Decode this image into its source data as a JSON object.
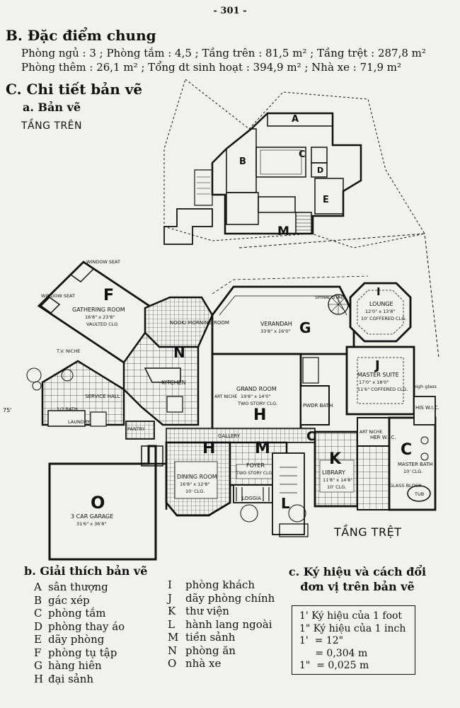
{
  "page_number": "- 301 -",
  "section_b": {
    "title": "B. Đặc điểm chung",
    "line1": "Phòng ngủ : 3 ; Phòng tắm : 4,5 ; Tầng trên : 81,5 m² ; Tầng trệt : 287,8 m²",
    "line2": "Phòng thêm : 26,1 m² ; Tổng dt sinh hoạt : 394,9 m² ; Nhà xe : 71,9 m²"
  },
  "section_c": {
    "title": "C. Chi tiết bản vẽ",
    "sub_a": "a. Bản vẽ",
    "upper_floor": "TẦNG TRÊN",
    "ground_floor": "TẦNG TRỆT"
  },
  "upper_plan_labels": {
    "A": "A",
    "B": "B",
    "C": "C",
    "D": "D",
    "E": "E",
    "M": "M"
  },
  "ground_plan_labels": {
    "window_seat": "WINDOW SEAT",
    "window_seat2": "WINDOW SEAT",
    "gathering_room": "GATHERING ROOM",
    "gathering_dim": "16'8\" x 23'8\"",
    "gathering_clg": "VAULTED CLG",
    "tv_niche": "T.V. NICHE",
    "nook": "NOOK/ MORNING ROOM",
    "kitchen": "KITCHEN",
    "verandah": "VERANDAH",
    "verandah_dim": "33'8\" x 16'0\"",
    "spiral_stair": "SPIRAL STAIR",
    "lounge": "LOUNGE",
    "lounge_dim": "12'0\" x 13'8\"",
    "lounge_clg": "10' COFFERED CLG.",
    "master_suite": "MASTER SUITE",
    "master_dim": "17'0\" x 18'0\"",
    "master_clg": "11'6\" COFFERED CLG.",
    "grand_room": "GRAND ROOM",
    "grand_dim": "19'8\" x 14'0\"",
    "grand_clg": "TWO STORY CLG.",
    "art_niche": "ART NICHE",
    "art_niche2": "ART NICHE",
    "service_hall": "SERVICE HALL",
    "half_bath": "1/2 BATH",
    "laundry": "LAUNDRY",
    "pantry": "PANTRY",
    "pwdr_bath": "PWDR BATH",
    "gallery": "GALLERY",
    "dining": "DINING ROOM",
    "dining_dim": "16'8\" x 12'8\"",
    "dining_clg": "10' CLG.",
    "foyer": "FOYER",
    "foyer_clg": "TWO STORY CLG.",
    "loggia": "LOGGIA",
    "library": "LIBRARY",
    "library_dim": "11'8\" x 14'8\"",
    "library_clg": "10' CLG.",
    "her_wic": "HER W.I.C.",
    "his_wic": "HIS W.I.C.",
    "master_bath": "MASTER BATH",
    "master_bath_clg": "10' CLG.",
    "glass_block": "GLASS BLOCK",
    "tub": "TUB",
    "high_glass": "high glass",
    "garage": "3 CAR GARAGE",
    "garage_dim": "31'6\" x 36'8\"",
    "side_mark": "75'",
    "letter_F": "F",
    "letter_G": "G",
    "letter_N": "N",
    "letter_I": "I",
    "letter_J": "J",
    "letter_H1": "H",
    "letter_H2": "H",
    "letter_M": "M",
    "letter_K": "K",
    "letter_C1": "C",
    "letter_C2": "C",
    "letter_O": "O",
    "letter_L": "L"
  },
  "legend": {
    "title": "b. Giải thích bản vẽ",
    "col1": [
      {
        "key": "A",
        "text": "sân thượng"
      },
      {
        "key": "B",
        "text": "gác xép"
      },
      {
        "key": "C",
        "text": "phòng tắm"
      },
      {
        "key": "D",
        "text": "phòng thay áo"
      },
      {
        "key": "E",
        "text": "dãy phòng"
      },
      {
        "key": "F",
        "text": "phòng tụ tập"
      },
      {
        "key": "G",
        "text": "hàng hiên"
      },
      {
        "key": "H",
        "text": "đại sảnh"
      }
    ],
    "col2": [
      {
        "key": "I",
        "text": "phòng khách"
      },
      {
        "key": "J",
        "text": "dãy phòng chính"
      },
      {
        "key": "K",
        "text": "thư viện"
      },
      {
        "key": "L",
        "text": "hành lang ngoài"
      },
      {
        "key": "M",
        "text": "tiền sảnh"
      },
      {
        "key": "N",
        "text": "phòng ăn"
      },
      {
        "key": "O",
        "text": "nhà xe"
      }
    ]
  },
  "units": {
    "title": "c. Ký hiệu và cách đổi đơn vị trên bản vẽ",
    "lines": [
      "1' Ký hiệu của 1 foot",
      "1\" Ký hiệu của 1 inch",
      "1'  = 12\"",
      "     = 0,304 m",
      "1\"  = 0,025 m"
    ]
  }
}
